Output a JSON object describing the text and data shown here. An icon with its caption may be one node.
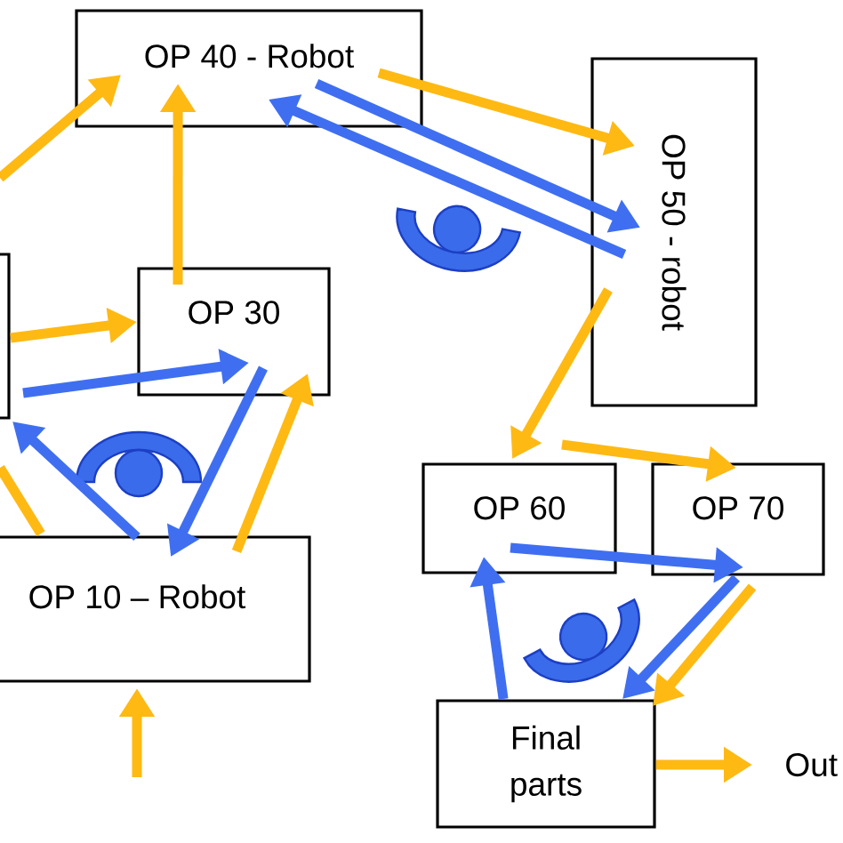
{
  "diagram": {
    "nodes": [
      {
        "text": [
          "OP 40 - Robot"
        ]
      },
      {
        "text": [
          "OP 50 - robot"
        ]
      },
      {
        "text": [],
        "shape": "box"
      },
      {
        "text": [
          "OP 30"
        ]
      },
      {
        "text": [
          "OP 10 – Robot"
        ]
      },
      {
        "text": [
          "OP 60"
        ]
      },
      {
        "text": [
          "OP 70"
        ]
      },
      {
        "text": [
          "Final parts"
        ]
      },
      {
        "text": [
          "Out"
        ]
      }
    ],
    "edges": [
      {
        "from": null,
        "to": 0,
        "arrow": "to"
      },
      {
        "from": 2,
        "to": 3,
        "arrow": "to"
      },
      {
        "from": 2,
        "to": 3,
        "arrow": "to",
        "color": "#3f6ff0"
      },
      {
        "from": 3,
        "to": 0,
        "arrow": "to"
      },
      {
        "from": 0,
        "to": 1,
        "arrow": "to"
      },
      {
        "from": 1,
        "to": 0,
        "arrow": "to",
        "color": "#3f6ff0"
      },
      {
        "from": 0,
        "to": 1,
        "arrow": "to",
        "color": "#3f6ff0"
      },
      {
        "from": 1,
        "to": 5,
        "arrow": "to"
      },
      {
        "from": 5,
        "to": 6,
        "arrow": "to"
      },
      {
        "from": 5,
        "to": 6,
        "arrow": "to",
        "color": "#3f6ff0"
      },
      {
        "from": 6,
        "to": 7,
        "arrow": "to",
        "color": "#3f6ff0"
      },
      {
        "from": 6,
        "to": 7,
        "arrow": "to"
      },
      {
        "from": 7,
        "to": 5,
        "arrow": "to",
        "color": "#3f6ff0"
      },
      {
        "from": 7,
        "to": 8,
        "arrow": "to"
      },
      {
        "from": null,
        "to": 4,
        "arrow": "to"
      },
      {
        "from": 4,
        "to": 2,
        "arrow": "to",
        "color": "#3f6ff0"
      },
      {
        "from": 3,
        "to": 4,
        "arrow": "to",
        "color": "#3f6ff0"
      },
      {
        "from": 4,
        "to": 3,
        "arrow": "to"
      },
      {
        "from": 4,
        "to": null,
        "arrow": "none"
      }
    ]
  }
}
